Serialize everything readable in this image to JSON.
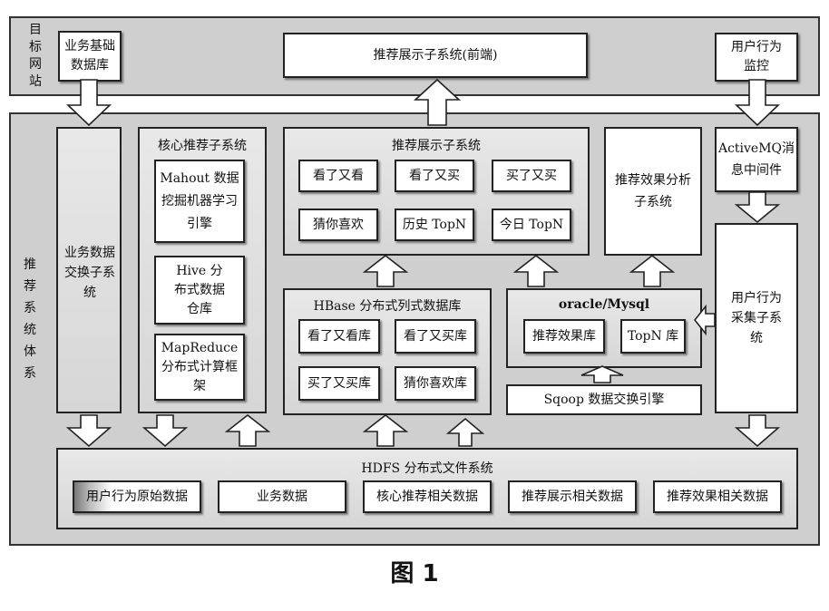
{
  "target_site": {
    "label": "目标网站",
    "business_db": "业务基础数据库",
    "frontend": "推荐展示子系统(前端)",
    "behavior_monitor": "用户行为监控"
  },
  "recsys": {
    "label": "推荐系统体系",
    "business_exchange": "业务数据交换子系统",
    "core": {
      "title": "核心推荐子系统",
      "mahout": "Mahout 数据挖掘机器学习引擎",
      "hive": "Hive 分布式数据仓库",
      "mapreduce": "MapReduce分布式计算框架"
    },
    "display": {
      "title": "推荐展示子系统",
      "items": [
        "看了又看",
        "看了又买",
        "买了又买",
        "猜你喜欢",
        "历史 TopN",
        "今日 TopN"
      ]
    },
    "effect_analysis": "推荐效果分析子系统",
    "activemq": "ActiveMQ消息中间件",
    "collection": "用户行为采集子系统",
    "hbase": {
      "title": "HBase 分布式列式数据库",
      "items": [
        "看了又看库",
        "看了又买库",
        "买了又买库",
        "猜你喜欢库"
      ]
    },
    "oracle": {
      "title": "oracle/Mysql",
      "items": [
        "推荐效果库",
        "TopN 库"
      ]
    },
    "sqoop": "Sqoop 数据交换引擎",
    "hdfs": {
      "title": "HDFS 分布式文件系统",
      "items": [
        "用户行为原始数据",
        "业务数据",
        "核心推荐相关数据",
        "推荐展示相关数据",
        "推荐效果相关数据"
      ]
    }
  },
  "caption": "图 1"
}
